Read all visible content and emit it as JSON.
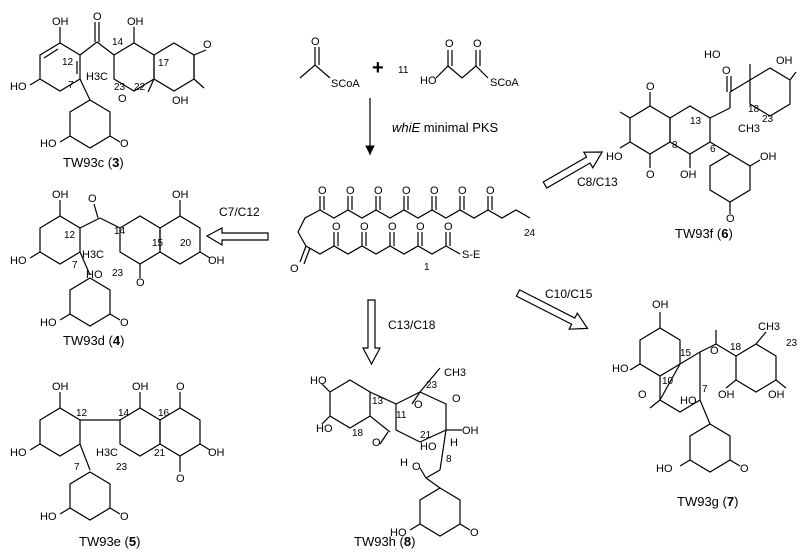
{
  "scheme": {
    "reagents": {
      "acetyl": "SCoA",
      "plus": "+",
      "malonyl_count": "11",
      "malonyl": "SCoA",
      "ho": "HO"
    },
    "enzyme": {
      "italic": "whiE",
      "rest": " minimal PKS"
    },
    "chain": {
      "c24": "24",
      "c1": "1",
      "se": "S-E"
    },
    "conditions": {
      "c7c12": "C7/C12",
      "c8c13": "C8/C13",
      "c13c18": "C13/C18",
      "c10c15": "C10/C15"
    },
    "compounds": [
      {
        "name": "TW93c",
        "num": "3"
      },
      {
        "name": "TW93d",
        "num": "4"
      },
      {
        "name": "TW93e",
        "num": "5"
      },
      {
        "name": "TW93f",
        "num": "6"
      },
      {
        "name": "TW93g",
        "num": "7"
      },
      {
        "name": "TW93h",
        "num": "8"
      }
    ],
    "atoms": {
      "oh": "OH",
      "ho": "HO",
      "o": "O",
      "h3c": "H3C",
      "ch3": "CH3",
      "h": "H"
    },
    "numbers": {
      "n3": {
        "a": "12",
        "b": "14",
        "c": "17",
        "d": "7",
        "e": "23",
        "f": "22"
      },
      "n4": {
        "a": "12",
        "b": "14",
        "c": "15",
        "d": "20",
        "e": "7",
        "f": "23"
      },
      "n5": {
        "a": "12",
        "b": "14",
        "c": "16",
        "d": "7",
        "e": "23",
        "f": "21"
      },
      "n6": {
        "a": "13",
        "b": "18",
        "c": "23",
        "d": "8",
        "e": "6"
      },
      "n7": {
        "a": "15",
        "b": "18",
        "c": "23",
        "d": "10",
        "e": "7"
      },
      "n8": {
        "a": "23",
        "b": "13",
        "c": "11",
        "d": "18",
        "e": "21",
        "f": "8"
      }
    }
  }
}
